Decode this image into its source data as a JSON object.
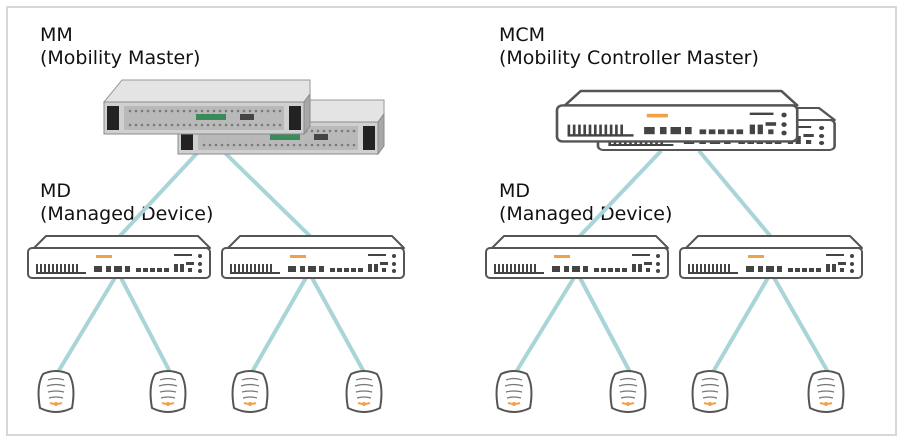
{
  "left": {
    "master_abbr": "MM",
    "master_full": "(Mobility Master)",
    "device_abbr": "MD",
    "device_full": "(Managed Device)"
  },
  "right": {
    "master_abbr": "MCM",
    "master_full": "(Mobility Controller Master)",
    "device_abbr": "MD",
    "device_full": "(Managed Device)"
  },
  "colors": {
    "link": "#a9d4d8",
    "device_stroke": "#555555",
    "accent": "#f0a24a",
    "server_body": "#c9c9c9",
    "frame": "#d7d7d7"
  }
}
